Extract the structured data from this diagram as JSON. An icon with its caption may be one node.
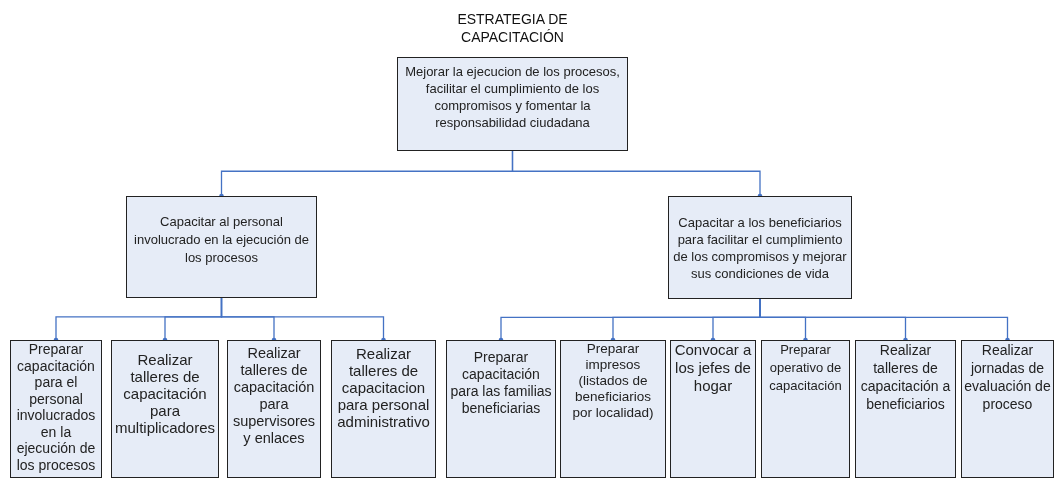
{
  "diagram": {
    "title": "ESTRATEGIA DE CAPACITACIÓN",
    "nodes": [
      {
        "text": [
          "Mejorar la ejecucion de los procesos, facilitar el cumplimiento de los compromisos y fomentar la responsabilidad ciudadana"
        ]
      },
      {
        "text": [
          "Capacitar al personal involucrado en la ejecución de los procesos"
        ]
      },
      {
        "text": [
          "Capacitar a los beneficiarios para facilitar el cumplimiento de los compromisos y mejorar sus condiciones de vida"
        ]
      },
      {
        "text": [
          "Preparar capacitación para el personal involucrados en la ejecución de los procesos"
        ]
      },
      {
        "text": [
          "Realizar talleres de capacitación para multiplicadores"
        ]
      },
      {
        "text": [
          "Realizar talleres de capacitación para supervisores y enlaces"
        ]
      },
      {
        "text": [
          "Realizar talleres de capacitacion para personal administrativo"
        ]
      },
      {
        "text": [
          "Preparar capacitación para las familias beneficiarias"
        ]
      },
      {
        "text": [
          "Preparar impresos (listados de beneficiarios por localidad)"
        ]
      },
      {
        "text": [
          "Convocar a los jefes de hogar"
        ]
      },
      {
        "text": [
          "Preparar operativo de capacitación"
        ]
      },
      {
        "text": [
          "Realizar talleres de capacitación a beneficiarios"
        ]
      },
      {
        "text": [
          "Realizar jornadas de evaluación de proceso"
        ]
      }
    ],
    "edges": [
      {
        "from": 0,
        "to": 1,
        "arrow": "other"
      },
      {
        "from": 0,
        "to": 2,
        "arrow": "other"
      },
      {
        "from": 1,
        "to": 3,
        "arrow": "other"
      },
      {
        "from": 1,
        "to": 4,
        "arrow": "other"
      },
      {
        "from": 1,
        "to": 5,
        "arrow": "other"
      },
      {
        "from": 1,
        "to": 6,
        "arrow": "other"
      },
      {
        "from": 2,
        "to": 7,
        "arrow": "other"
      },
      {
        "from": 2,
        "to": 8,
        "arrow": "other"
      },
      {
        "from": 2,
        "to": 9,
        "arrow": "other"
      },
      {
        "from": 2,
        "to": 10,
        "arrow": "other"
      },
      {
        "from": 2,
        "to": 11,
        "arrow": "other"
      },
      {
        "from": 2,
        "to": 12,
        "arrow": "other"
      }
    ]
  }
}
